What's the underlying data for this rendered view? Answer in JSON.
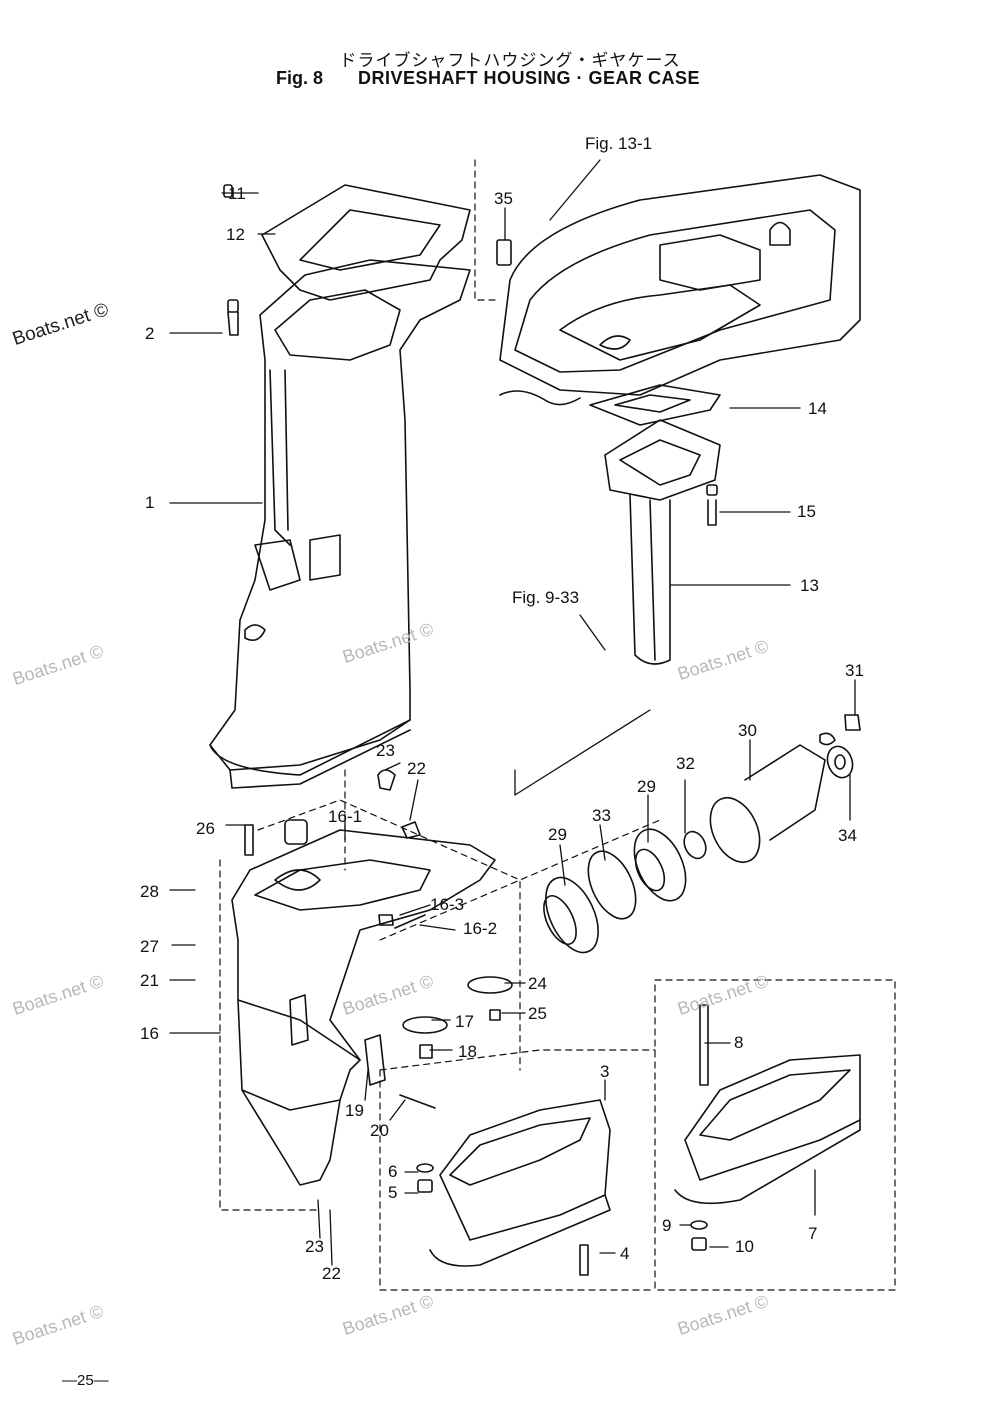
{
  "header": {
    "title_jp": "ドライブシャフトハウジング・ギヤケース",
    "fig_number": "Fig. 8",
    "title_en": "DRIVESHAFT HOUSING · GEAR CASE"
  },
  "references": {
    "fig13": "Fig. 13-1",
    "fig9": "Fig. 9-33"
  },
  "callouts": {
    "c1": "1",
    "c2": "2",
    "c3": "3",
    "c4": "4",
    "c5": "5",
    "c6": "6",
    "c7": "7",
    "c8": "8",
    "c9": "9",
    "c10": "10",
    "c11": "11",
    "c12": "12",
    "c13": "13",
    "c14": "14",
    "c15": "15",
    "c16": "16",
    "c16_1": "16-1",
    "c16_2": "16-2",
    "c16_3": "16-3",
    "c17": "17",
    "c18": "18",
    "c19": "19",
    "c20": "20",
    "c21": "21",
    "c22a": "22",
    "c22b": "22",
    "c23a": "23",
    "c23b": "23",
    "c24": "24",
    "c25": "25",
    "c26": "26",
    "c27": "27",
    "c28": "28",
    "c29a": "29",
    "c29b": "29",
    "c30": "30",
    "c31": "31",
    "c32": "32",
    "c33": "33",
    "c34": "34",
    "c35": "35"
  },
  "watermark": "Boats.net ©",
  "page_number": "—25—"
}
